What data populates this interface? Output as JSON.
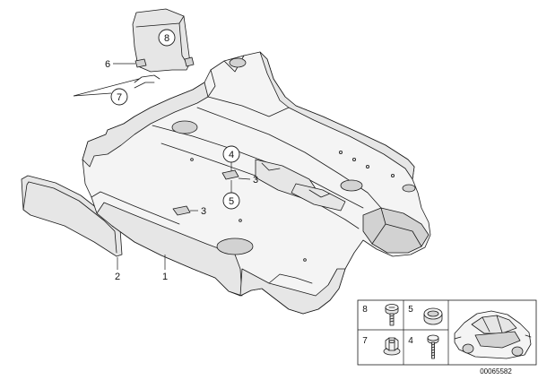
{
  "callouts": [
    {
      "label": "8"
    },
    {
      "label": "6"
    },
    {
      "label": "7"
    },
    {
      "label": "4"
    },
    {
      "label": "3"
    },
    {
      "label": "5"
    },
    {
      "label": "3"
    },
    {
      "label": "2"
    },
    {
      "label": "1"
    }
  ],
  "legend": [
    {
      "label": "8",
      "icon": "screw-icon"
    },
    {
      "label": "5",
      "icon": "grommet-icon"
    },
    {
      "label": "7",
      "icon": "nut-icon"
    },
    {
      "label": "4",
      "icon": "screw-icon"
    }
  ],
  "vehicle_icon": "car-icon",
  "diagram_number": "00065582",
  "colors": {
    "line": "#1a1a1a",
    "background": "#ffffff"
  }
}
